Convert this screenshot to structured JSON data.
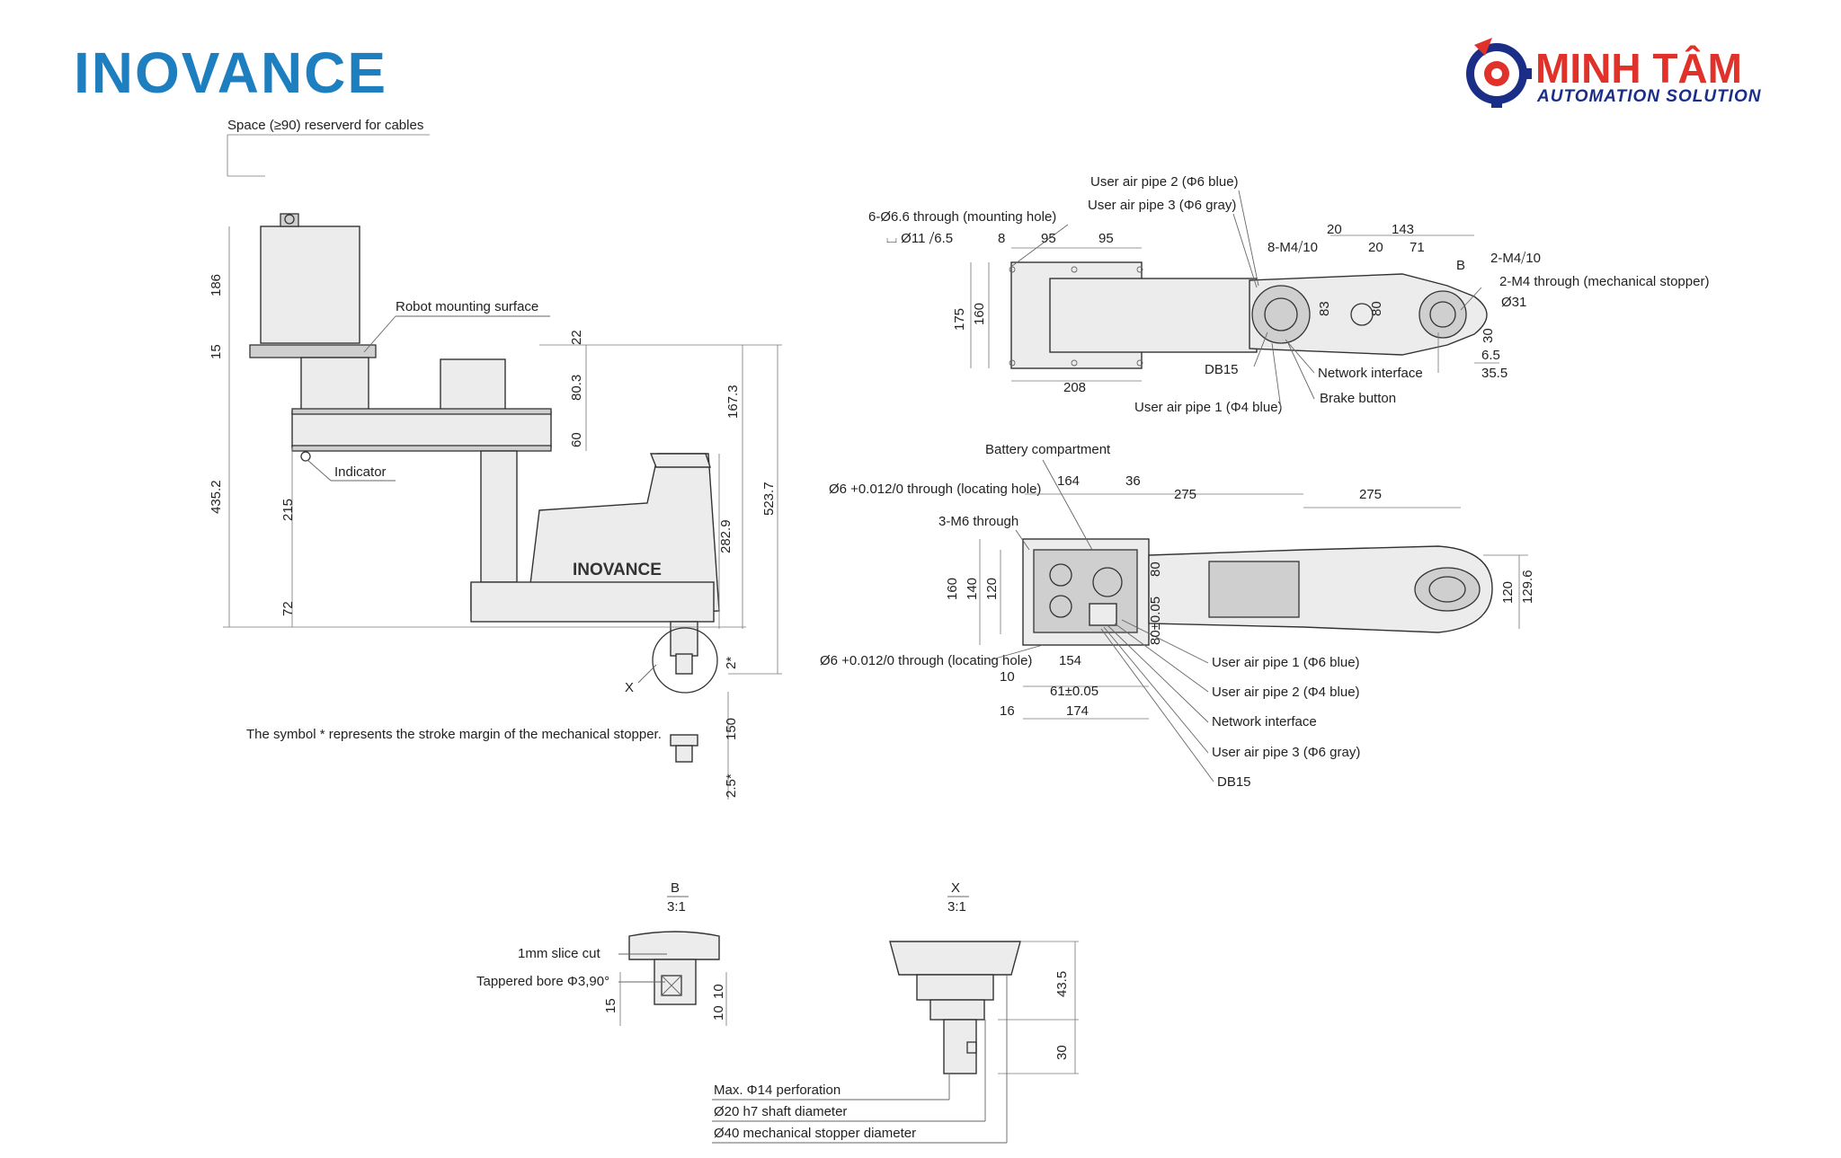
{
  "brand": {
    "left_logo": "INOVANCE",
    "right_logo_line1": "MINH TÂM",
    "right_logo_line2": "AUTOMATION SOLUTION",
    "left_color": "#1e7fc0",
    "right_red": "#e0312a",
    "right_blue": "#1a2e88",
    "robot_body_logo": "INOVANCE"
  },
  "side_view": {
    "cable_space": "Space (≥90) reserverd for cables",
    "mounting_surface": "Robot mounting surface",
    "indicator": "Indicator",
    "stroke_note": "The symbol * represents the stroke margin of the mechanical stopper.",
    "x_mark": "X",
    "dims": {
      "d186": "186",
      "d15": "15",
      "d22": "22",
      "d80_3": "80.3",
      "d60": "60",
      "d167_3": "167.3",
      "d435_2": "435.2",
      "d215": "215",
      "d72": "72",
      "d282_9": "282.9",
      "d523_7": "523.7",
      "d2s": "2*",
      "d150": "150",
      "d2_5s": "2.5*"
    }
  },
  "top_view": {
    "air2": "User air pipe 2 (Φ6 blue)",
    "air3": "User air pipe 3 (Φ6 gray)",
    "mount_holes": "6-Ø6.6 through (mounting hole)",
    "cbore": "⌴ Ø11 ⧸6.5",
    "m4_8": "8-M4⧸10",
    "m4_2": "2-M4⧸10",
    "m4_stopper": "2-M4 through (mechanical stopper)",
    "phi31": "Ø31",
    "b_mark": "B",
    "db15": "DB15",
    "network": "Network interface",
    "brake": "Brake button",
    "air1": "User air pipe 1 (Φ4 blue)",
    "dims": {
      "d8": "8",
      "d95a": "95",
      "d95b": "95",
      "d20a": "20",
      "d143": "143",
      "d20b": "20",
      "d71": "71",
      "d175": "175",
      "d160": "160",
      "d208": "208",
      "d83": "83",
      "d80": "80",
      "d30": "30",
      "d6_5": "6.5",
      "d35_5": "35.5"
    }
  },
  "bottom_view": {
    "battery": "Battery compartment",
    "locating_top": "Ø6 +0.012/0 through (locating hole)",
    "m6": "3-M6 through",
    "locating_bottom": "Ø6 +0.012/0 through (locating hole)",
    "air1": "User air pipe 1 (Φ6 blue)",
    "air2": "User air pipe 2 (Φ4 blue)",
    "network": "Network interface",
    "air3": "User air pipe 3 (Φ6 gray)",
    "db15": "DB15",
    "dims": {
      "d164": "164",
      "d36": "36",
      "d275a": "275",
      "d275b": "275",
      "d160": "160",
      "d140": "140",
      "d120": "120",
      "d80": "80",
      "d80t": "80±0.05",
      "d154": "154",
      "d10": "10",
      "d61": "61±0.05",
      "d16": "16",
      "d174": "174",
      "d120r": "120",
      "d129_6": "129.6"
    }
  },
  "detail_b": {
    "title": "B",
    "scale": "3:1",
    "slice": "1mm slice cut",
    "bore": "Tappered bore Φ3,90°",
    "dims": {
      "d15": "15",
      "d10a": "10",
      "d10b": "10"
    }
  },
  "detail_x": {
    "title": "X",
    "scale": "3:1",
    "perforation": "Max. Φ14 perforation",
    "shaft": "Ø20 h7 shaft diameter",
    "stopper": "Ø40 mechanical stopper diameter",
    "dims": {
      "d43_5": "43.5",
      "d30": "30"
    }
  }
}
